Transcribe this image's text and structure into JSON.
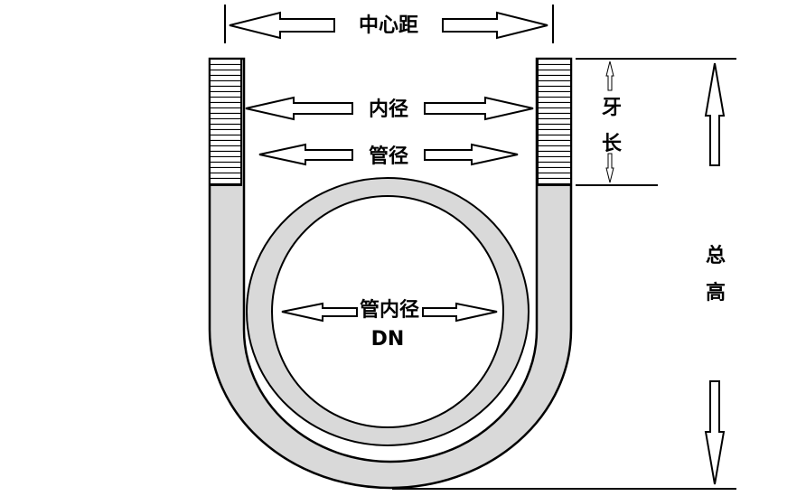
{
  "labels": {
    "center_distance": "中心距",
    "inner_diameter": "内径",
    "pipe_diameter": "管径",
    "pipe_inner_diameter": "管内径",
    "dn": "DN",
    "thread_length_1": "牙",
    "thread_length_2": "长",
    "total_height_1": "总",
    "total_height_2": "高"
  },
  "colors": {
    "bolt_fill": "#d9d9d9",
    "pipe_fill": "#d9d9d9",
    "stroke": "#000000",
    "background": "#ffffff"
  }
}
